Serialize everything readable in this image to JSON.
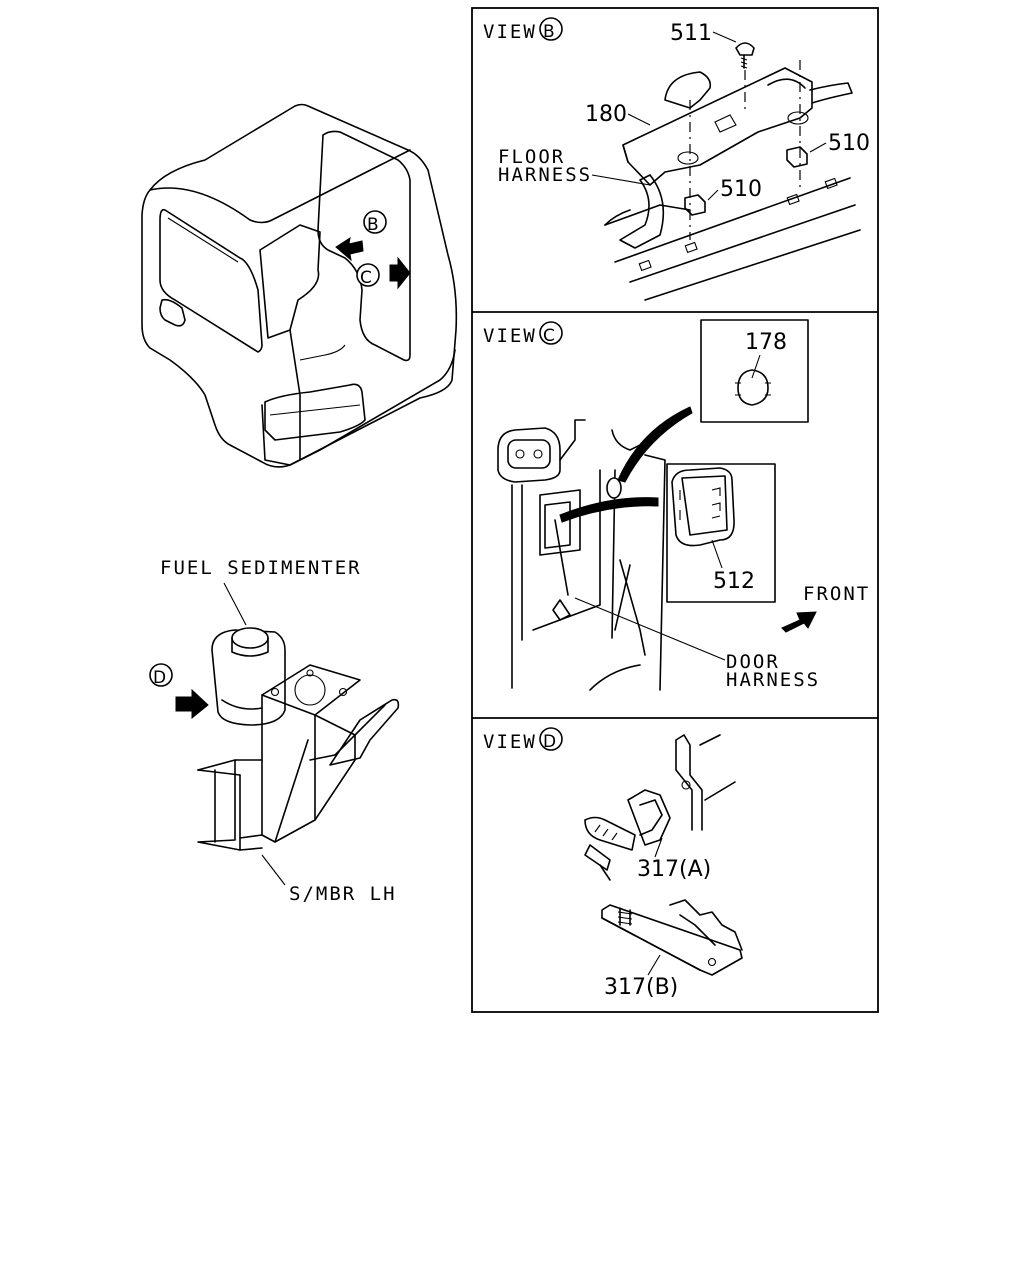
{
  "view_b": {
    "title": "VIEW",
    "marker": "B",
    "parts": {
      "p511": "511",
      "p180": "180",
      "p510a": "510",
      "p510b": "510",
      "floor_harness_1": "FLOOR",
      "floor_harness_2": "HARNESS"
    }
  },
  "view_c": {
    "title": "VIEW",
    "marker": "C",
    "parts": {
      "p178": "178",
      "p512": "512",
      "front": "FRONT",
      "door_harness_1": "DOOR",
      "door_harness_2": "HARNESS"
    }
  },
  "view_d": {
    "title": "VIEW",
    "marker": "D",
    "parts": {
      "p317a": "317(A)",
      "p317b": "317(B)"
    }
  },
  "cab": {
    "marker_b": "B",
    "marker_c": "C"
  },
  "frame": {
    "marker_d": "D",
    "fuel_sedimenter": "FUEL SEDIMENTER",
    "smbr_lh": "S/MBR LH"
  }
}
